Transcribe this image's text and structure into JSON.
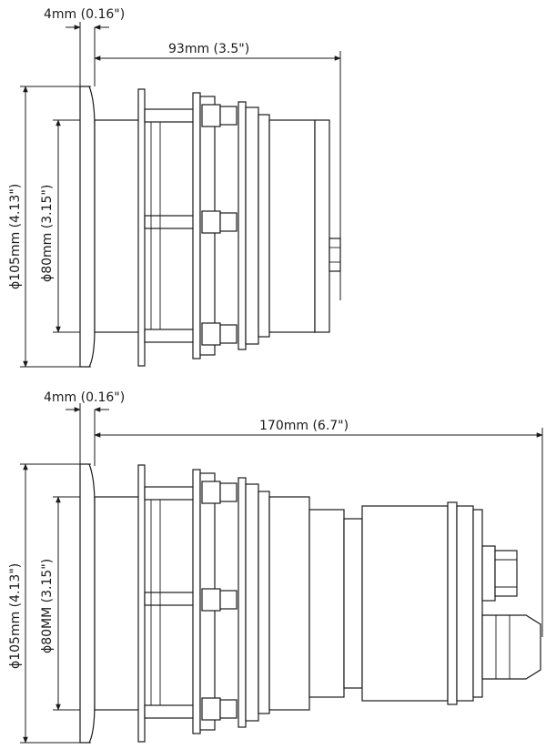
{
  "views": [
    {
      "id": "short",
      "flange_thickness": "4mm (0.16\")",
      "overall_depth": "93mm (3.5\")",
      "outer_diameter": "ϕ105mm (4.13\")",
      "inner_diameter": "ϕ80mm (3.15\")"
    },
    {
      "id": "long",
      "flange_thickness": "4mm (0.16\")",
      "overall_depth": "170mm (6.7\")",
      "outer_diameter": "ϕ105mm (4.13\")",
      "inner_diameter": "ϕ80MM (3.15\")"
    }
  ],
  "colors": {
    "line": "#1a1a1a",
    "background": "#ffffff"
  }
}
